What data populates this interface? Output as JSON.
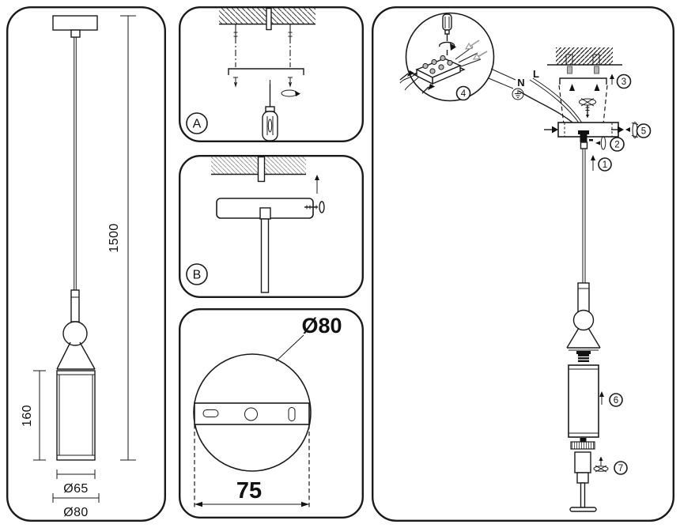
{
  "page": {
    "background": "#ffffff",
    "line_color": "#1a1a1a"
  },
  "left_panel": {
    "overall_length": "1500",
    "shade_height": "160",
    "shade_diameter": "Ø65",
    "canopy_diameter": "Ø80"
  },
  "panel_a": {
    "label": "A"
  },
  "panel_b": {
    "label": "B"
  },
  "canopy_detail_panel": {
    "plate_diameter": "Ø80",
    "hole_spacing": "75"
  },
  "assembly_panel": {
    "neutral_label": "N",
    "live_label": "L",
    "step_labels": [
      "1",
      "2",
      "3",
      "4",
      "5",
      "6",
      "7"
    ]
  }
}
